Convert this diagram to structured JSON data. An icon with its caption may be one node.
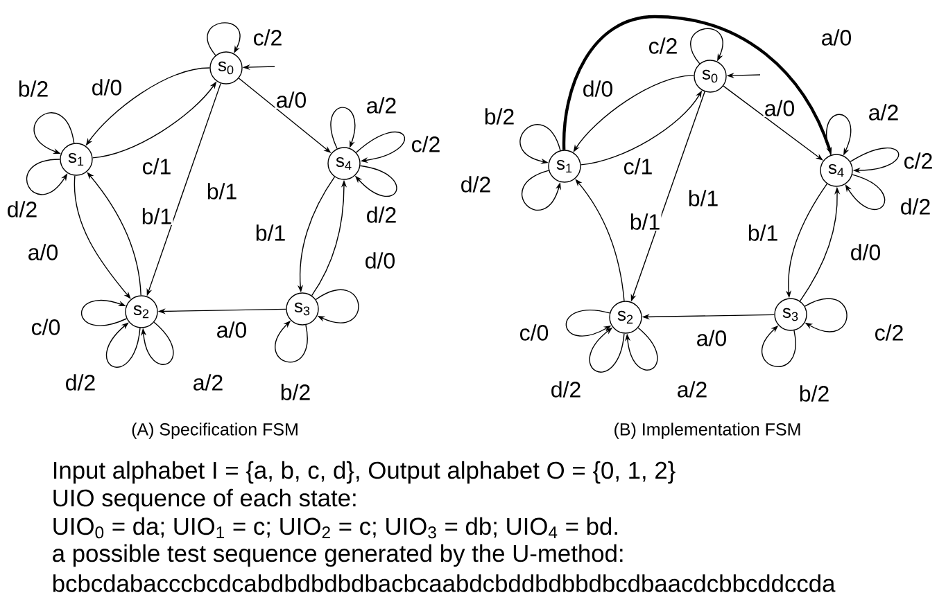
{
  "diagram": {
    "nodes": [
      {
        "text": [
          "s$_{0}$"
        ]
      },
      {
        "text": [
          "s$_{1}$"
        ]
      },
      {
        "text": [
          "s$_{2}$"
        ]
      },
      {
        "text": [
          "s$_{3}$"
        ]
      },
      {
        "text": [
          "s$_{4}$"
        ]
      },
      {
        "text": [
          "s$_{0}$"
        ]
      },
      {
        "text": [
          "s$_{1}$"
        ]
      },
      {
        "text": [
          "s$_{2}$"
        ]
      },
      {
        "text": [
          "s$_{3}$"
        ]
      },
      {
        "text": [
          "s$_{4}$"
        ]
      }
    ],
    "edges": [
      {
        "from": null,
        "to": 0,
        "arrow": "to"
      },
      {
        "from": 0,
        "to": 0,
        "arrow": "to",
        "label": "c/2"
      },
      {
        "from": 0,
        "to": 1,
        "arrow": "to",
        "label": "d/0"
      },
      {
        "from": 1,
        "to": 0,
        "arrow": "to",
        "label": "c/1"
      },
      {
        "from": 0,
        "to": 4,
        "arrow": "to",
        "label": "a/0"
      },
      {
        "from": 0,
        "to": 2,
        "arrow": "to",
        "label": "b/1"
      },
      {
        "from": 1,
        "to": 1,
        "arrow": "to",
        "label": "b/2"
      },
      {
        "from": 1,
        "to": 1,
        "arrow": "to",
        "label": "d/2"
      },
      {
        "from": 1,
        "to": 2,
        "arrow": "to",
        "label": "a/0"
      },
      {
        "from": 2,
        "to": 1,
        "arrow": "to",
        "label": "b/1"
      },
      {
        "from": 4,
        "to": 4,
        "arrow": "to",
        "label": "a/2"
      },
      {
        "from": 4,
        "to": 4,
        "arrow": "to",
        "label": "c/2"
      },
      {
        "from": 4,
        "to": 4,
        "arrow": "to",
        "label": "d/2"
      },
      {
        "from": 4,
        "to": 3,
        "arrow": "to",
        "label": "b/1"
      },
      {
        "from": 3,
        "to": 4,
        "arrow": "to",
        "label": "d/0"
      },
      {
        "from": 2,
        "to": 2,
        "arrow": "to",
        "label": "c/0"
      },
      {
        "from": 2,
        "to": 2,
        "arrow": "to",
        "label": "d/2"
      },
      {
        "from": 2,
        "to": 2,
        "arrow": "to",
        "label": "a/2"
      },
      {
        "from": 3,
        "to": 2,
        "arrow": "to",
        "label": "a/0"
      },
      {
        "from": 3,
        "to": 3,
        "arrow": "to",
        "label": "b/2"
      },
      {
        "from": 3,
        "to": 3,
        "arrow": "to"
      },
      {
        "from": null,
        "to": 5,
        "arrow": "to"
      },
      {
        "from": 5,
        "to": 5,
        "arrow": "to",
        "label": "c/2"
      },
      {
        "from": 6,
        "to": 9,
        "arrow": "to",
        "label": "a/0",
        "style": "thick"
      },
      {
        "from": 5,
        "to": 6,
        "arrow": "to",
        "label": "d/0"
      },
      {
        "from": 6,
        "to": 5,
        "arrow": "to",
        "label": "c/1"
      },
      {
        "from": 5,
        "to": 9,
        "arrow": "to",
        "label": "a/0"
      },
      {
        "from": 5,
        "to": 7,
        "arrow": "to",
        "label": "b/1"
      },
      {
        "from": 6,
        "to": 6,
        "arrow": "to",
        "label": "b/2"
      },
      {
        "from": 6,
        "to": 6,
        "arrow": "to",
        "label": "d/2"
      },
      {
        "from": 7,
        "to": 6,
        "arrow": "to",
        "label": "b/1"
      },
      {
        "from": 9,
        "to": 9,
        "arrow": "to",
        "label": "a/2"
      },
      {
        "from": 9,
        "to": 9,
        "arrow": "to",
        "label": "c/2"
      },
      {
        "from": 9,
        "to": 9,
        "arrow": "to",
        "label": "d/2"
      },
      {
        "from": 9,
        "to": 8,
        "arrow": "to",
        "label": "b/1"
      },
      {
        "from": 8,
        "to": 9,
        "arrow": "to",
        "label": "d/0"
      },
      {
        "from": 7,
        "to": 7,
        "arrow": "to",
        "label": "c/0"
      },
      {
        "from": 7,
        "to": 7,
        "arrow": "to",
        "label": "d/2"
      },
      {
        "from": 7,
        "to": 7,
        "arrow": "to",
        "label": "a/2"
      },
      {
        "from": 8,
        "to": 7,
        "arrow": "to",
        "label": "a/0"
      },
      {
        "from": 8,
        "to": 8,
        "arrow": "to",
        "label": "b/2"
      },
      {
        "from": 8,
        "to": 8,
        "arrow": "to",
        "label": "c/2"
      }
    ],
    "labels": [
      "(A) Specification FSM",
      "(B) Implementation FSM",
      "Input alphabet I = {a, b, c, d}, Output alphabet O = {0, 1, 2}",
      "UIO sequence of each state:",
      "UIO$_{0}$ = da; UIO$_{1}$ = c; UIO$_{2}$ = c; UIO$_{3}$ = db; UIO$_{4}$ = bd.",
      "a possible test sequence generated by the U-method:",
      "bcbcdabacccbcdcabdbdbdbdbacbcaabdcbddbdbbdbcdbaacdcbbcddccda"
    ]
  }
}
